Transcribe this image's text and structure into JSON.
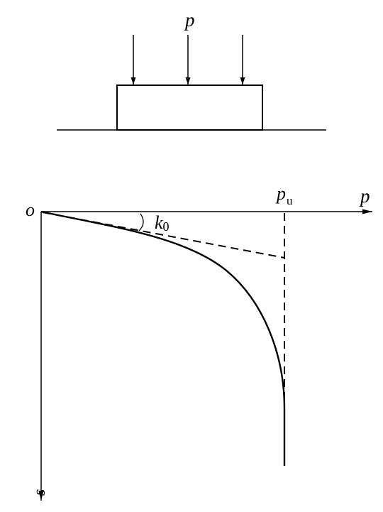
{
  "colors": {
    "ink": "#000000",
    "background": "#ffffff"
  },
  "labels": {
    "load_symbol": "p",
    "origin": "o",
    "p_axis": "p",
    "s_axis": "s",
    "ultimate_load_symbol": "p",
    "ultimate_load_subscript": "u",
    "initial_slope_symbol": "k",
    "initial_slope_subscript": "0"
  },
  "footing": {
    "load_arrow_count": 3
  }
}
